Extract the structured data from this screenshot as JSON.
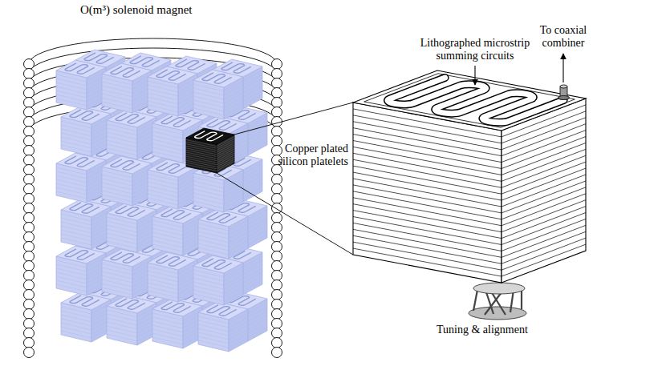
{
  "diagram": {
    "labels": [
      "O(m³) solenoid magnet",
      "Lithographed microstrip summing circuits",
      "Copper plated silicon platelets",
      "To coaxial combiner",
      "Tuning & alignment"
    ]
  }
}
